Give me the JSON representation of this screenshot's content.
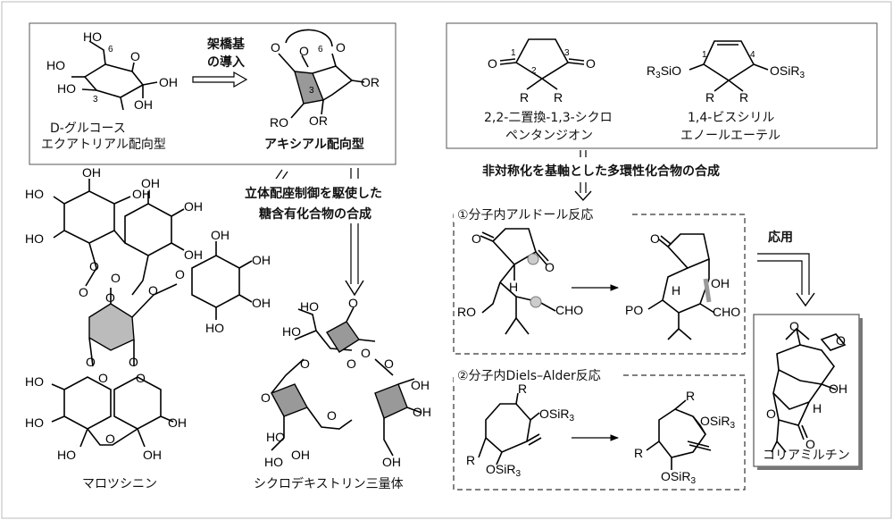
{
  "left_box": {
    "arrow_label_line1": "架橋基",
    "arrow_label_line2": "の導入",
    "glucose_caption_line1": "D-グルコース",
    "glucose_caption_line2": "エクアトリアル配向型",
    "axial_caption": "アキシアル配向型",
    "atoms": {
      "ho": "HO",
      "oh": "OH",
      "o": "O",
      "or": "OR",
      "ro": "RO",
      "n6": "6",
      "n3": "3"
    }
  },
  "center_label": {
    "line1": "立体配座制御を駆使した",
    "line2": "糖含有化合物の合成"
  },
  "mallotusinin_caption": "マロツシニン",
  "cyclodextrin_caption": "シクロデキストリン三量体",
  "right_box": {
    "diketone_caption_line1": "2,2-二置換-1,3-シクロ",
    "diketone_caption_line2": "ペンタンジオン",
    "bis_caption_line1": "1,4-ビスシリル",
    "bis_caption_line2": "エノールエーテル",
    "atoms": {
      "o": "O",
      "r": "R",
      "r3sio": "R3SiO",
      "osir3": "OSiR3",
      "n1": "1",
      "n2": "2",
      "n3": "3",
      "n4": "4"
    }
  },
  "strategy_label": "非対称化を基軸とした多環性化合物の合成",
  "aldol": {
    "title": "①分子内アルドール反応",
    "atoms": {
      "o": "O",
      "h": "H",
      "ro": "RO",
      "cho": "CHO",
      "po": "PO",
      "oh": "OH"
    }
  },
  "diels_alder": {
    "title": "②分子内Diels–Alder反応",
    "atoms": {
      "r": "R",
      "osir3": "OSiR3"
    }
  },
  "application_label": "応用",
  "coriamyrtin_caption": "コリアミルチン",
  "coriamyrtin_atoms": {
    "o": "O",
    "oh": "OH",
    "h": "H"
  }
}
